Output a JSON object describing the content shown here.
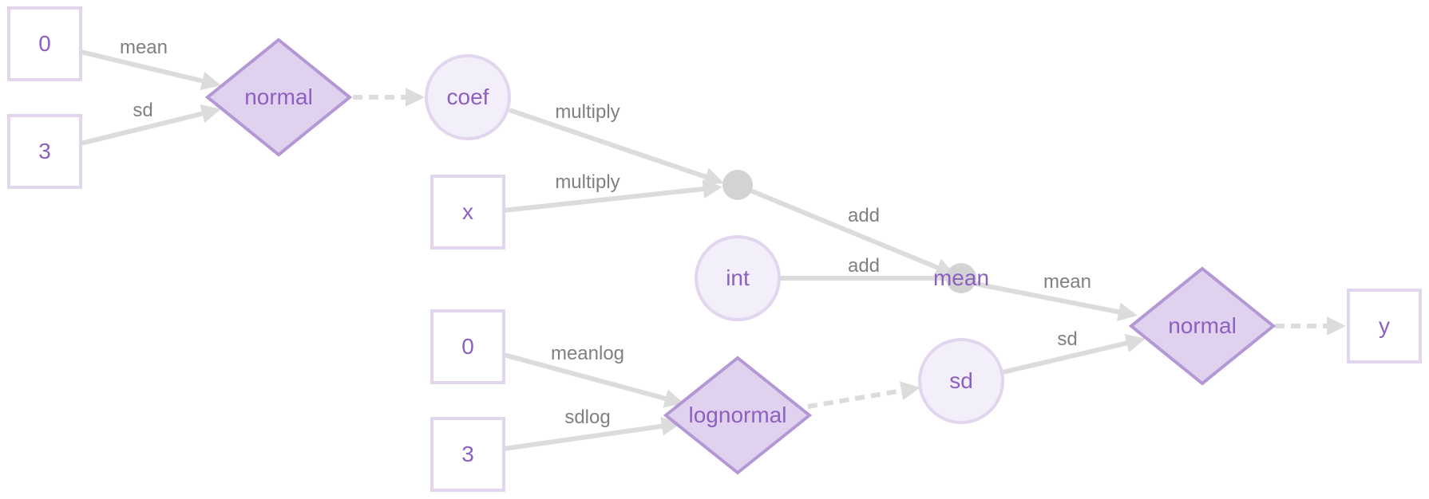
{
  "nodes": {
    "const_0_top": "0",
    "const_3_top": "3",
    "normal_top": "normal",
    "coef": "coef",
    "x": "x",
    "int": "int",
    "mean": "mean",
    "const_0_bottom": "0",
    "const_3_bottom": "3",
    "lognormal": "lognormal",
    "sd": "sd",
    "normal_right": "normal",
    "y": "y"
  },
  "edges": {
    "top_mean": "mean",
    "top_sd": "sd",
    "coef_multiply": "multiply",
    "x_multiply": "multiply",
    "mult_add": "add",
    "int_add": "add",
    "mean_to_normal": "mean",
    "sd_to_normal": "sd",
    "meanlog": "meanlog",
    "sdlog": "sdlog"
  },
  "colors": {
    "node_text": "#8d5fbf",
    "edge_text": "#808080",
    "edge_line": "#dcdcdc",
    "diamond_fill": "#e0d2ee",
    "diamond_stroke": "#b498d6",
    "circle_fill": "#f2eefa",
    "box_stroke": "#e2d6ef",
    "op_dot": "#d3d3d3"
  }
}
